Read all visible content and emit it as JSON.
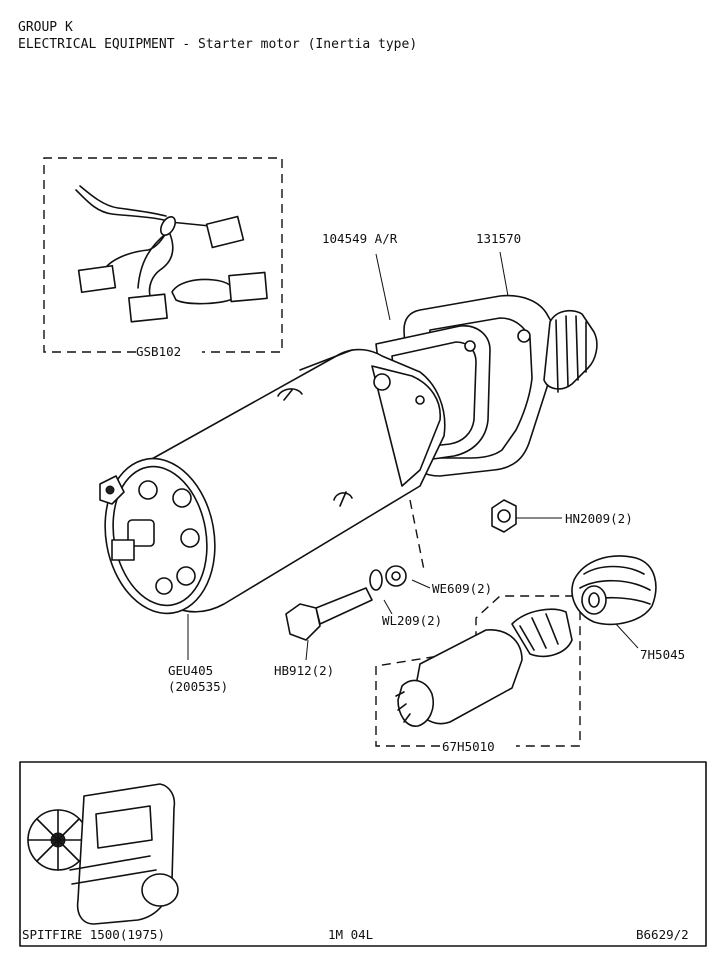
{
  "header": {
    "group": "GROUP K",
    "title": "ELECTRICAL EQUIPMENT - Starter motor (Inertia type)"
  },
  "parts": {
    "brushes": "GSB102",
    "gasket": "104549 A/R",
    "flange": "131570",
    "nut": "HN2009(2)",
    "spring_washer": "WE609(2)",
    "plain_washer": "WL209(2)",
    "spring": "7H5045",
    "bolt": "HB912(2)",
    "motor": "GEU405",
    "motor_alt": "(200535)",
    "drive_assembly": "67H5010"
  },
  "footer": {
    "model": "SPITFIRE 1500(1975)",
    "page_code": "1M 04L",
    "plate": "B6629/2"
  }
}
